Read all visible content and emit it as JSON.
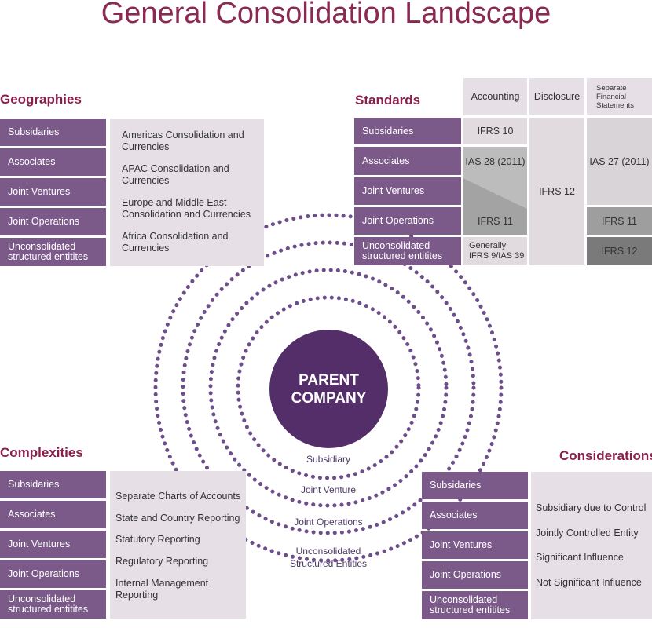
{
  "title": "General Consolidation Landscape",
  "center": {
    "line1": "PARENT",
    "line2": "COMPANY"
  },
  "rings": [
    "Subsidiary",
    "Joint Venture",
    "Joint Operations",
    "Unconsolidated",
    "Structured Entities"
  ],
  "geographies": {
    "title": "Geographies",
    "entities": [
      "Subsidaries",
      "Associates",
      "Joint Ventures",
      "Joint Operations",
      "Unconsolidated",
      "structured entitites"
    ],
    "items": [
      [
        "Americas Consolidation and",
        "Currencies"
      ],
      [
        "APAC Consolidation and",
        "Currencies"
      ],
      [
        "Europe and Middle East",
        "Consolidation and Currencies"
      ],
      [
        "Africa Consolidation and",
        "Currencies"
      ]
    ]
  },
  "standards": {
    "title": "Standards",
    "entities": [
      "Subsidaries",
      "Associates",
      "Joint Ventures",
      "Joint Operations",
      "Unconsolidated",
      "structured entitites"
    ],
    "headers": {
      "accounting": "Accounting",
      "disclosure": "Disclosure",
      "separate1": "Separate",
      "separate2": "Financial",
      "separate3": "Statements"
    },
    "accounting": [
      "IFRS 10",
      "IAS 28 (2011)",
      "IFRS 11",
      "Generally",
      "IFRS 9/IAS 39"
    ],
    "disclosure": "IFRS 12",
    "separate": [
      "IAS 27 (2011)",
      "IFRS 11",
      "IFRS 12"
    ]
  },
  "complexities": {
    "title": "Complexities",
    "entities": [
      "Subsidaries",
      "Associates",
      "Joint Ventures",
      "Joint Operations",
      "Unconsolidated",
      "structured entitites"
    ],
    "items": [
      "Separate Charts of Accounts",
      "State and Country Reporting",
      "Statutory Reporting",
      "Regulatory Reporting",
      "Internal Management",
      "Reporting"
    ]
  },
  "considerations": {
    "title": "Considerations",
    "entities": [
      "Subsidaries",
      "Associates",
      "Joint Ventures",
      "Joint Operations",
      "Unconsolidated",
      "structured entitites"
    ],
    "items": [
      "Subsidiary due to Control",
      "Jointly Controlled Entity",
      "Significant Influence",
      "Not Significant Influence"
    ]
  },
  "colors": {
    "title": "#8a2a52",
    "entity_fill": "#7b5a8a",
    "panel_fill": "#e6dfe6",
    "center_fill": "#532e69",
    "dots": "#6d4e8a"
  }
}
